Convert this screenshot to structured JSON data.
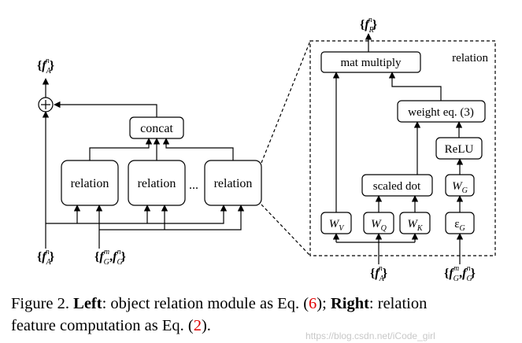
{
  "left": {
    "top_label": "{f_A^n}",
    "concat": "concat",
    "relation": "relation",
    "ellipsis": "...",
    "bottom_appearance": "{f_A^n}",
    "bottom_geometry": "{f_G^m, f_G^n}"
  },
  "right": {
    "panel_label": "relation",
    "top_output": "{f_R^n}",
    "mat_multiply": "mat multiply",
    "weight_eq": "weight eq. (3)",
    "relu": "ReLU",
    "scaled_dot": "scaled dot",
    "w_g": "W_G",
    "w_v": "W_V",
    "w_q": "W_Q",
    "w_k": "W_K",
    "eps_g": "ε_G",
    "bottom_appearance": "{f_A^n}",
    "bottom_geometry": "{f_G^m, f_G^n}"
  },
  "caption": {
    "figure_label": "Figure 2.",
    "left_bold": "Left",
    "left_text_a": ": object relation module as Eq. (",
    "left_ref": "6",
    "left_text_b": "); ",
    "right_bold": "Right",
    "right_text_a": ": relation",
    "line2_a": "feature computation as Eq. (",
    "right_ref": "2",
    "line2_b": ")."
  },
  "watermark": "https://blog.csdn.net/iCode_girl"
}
